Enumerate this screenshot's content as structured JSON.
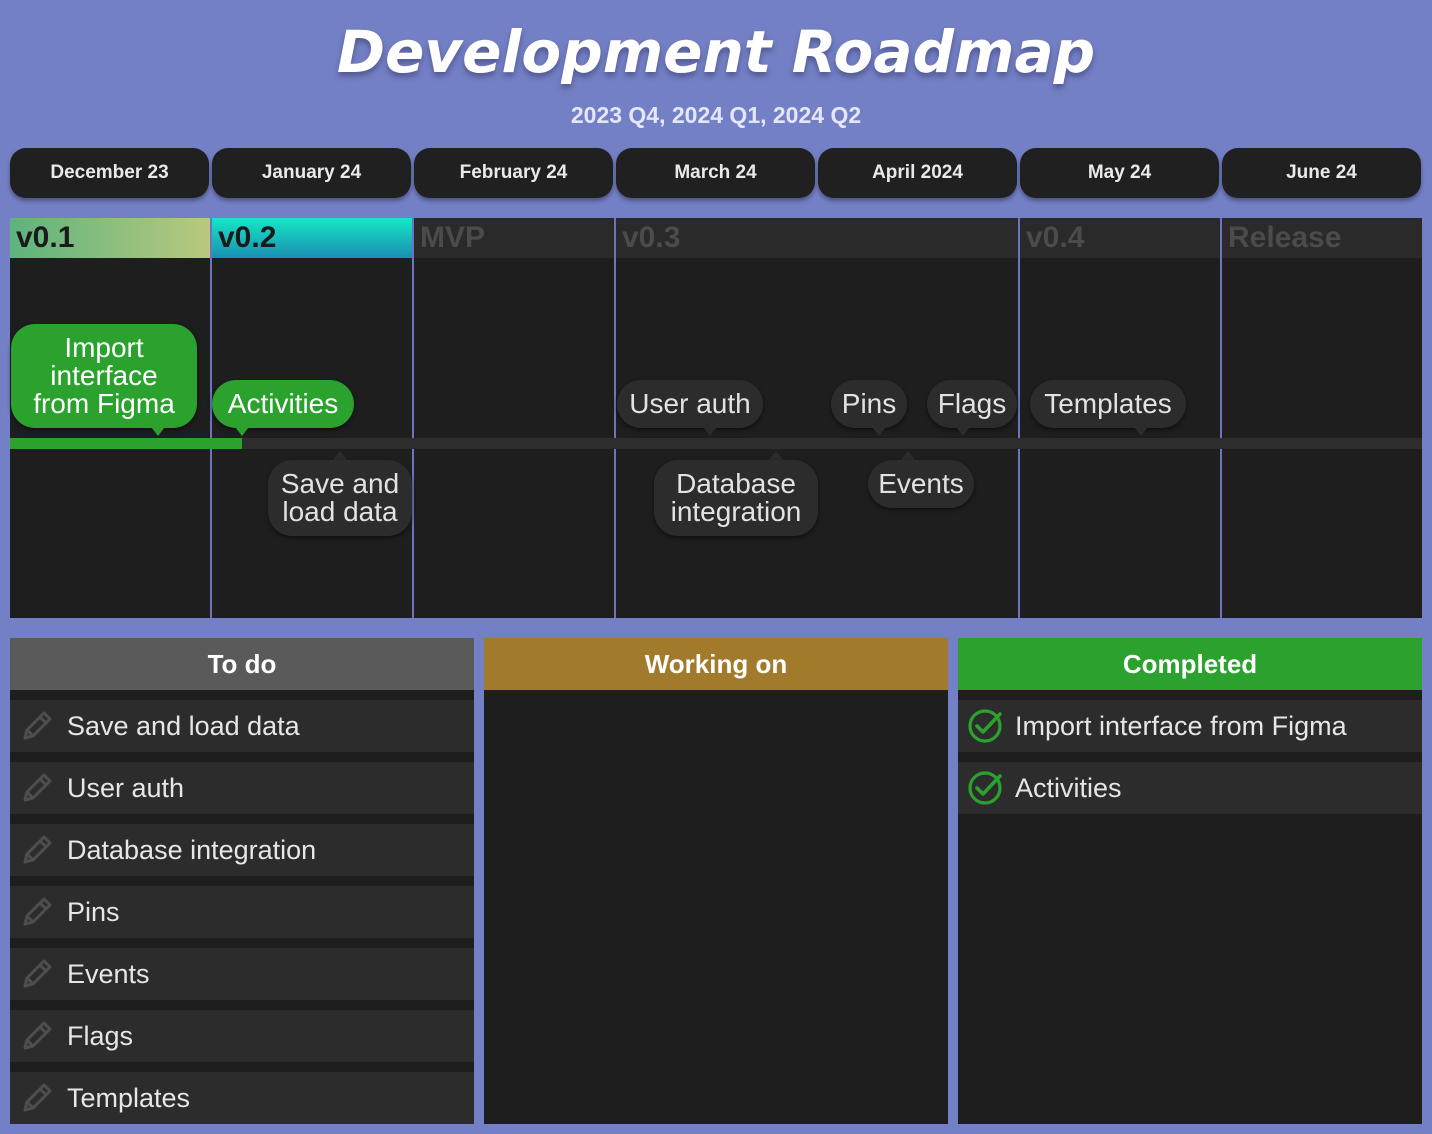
{
  "title": "Development Roadmap",
  "subtitle": "2023 Q4, 2024 Q1, 2024 Q2",
  "months": [
    "December 23",
    "January 24",
    "February 24",
    "March 24",
    "April 2024",
    "May 24",
    "June 24"
  ],
  "phases": [
    "v0.1",
    "v0.2",
    "MVP",
    "v0.3",
    "v0.4",
    "Release"
  ],
  "timeline": {
    "above": [
      "Import interface from Figma",
      "Activities",
      "User auth",
      "Pins",
      "Flags",
      "Templates"
    ],
    "below": [
      "Save and load data",
      "Database integration",
      "Events"
    ]
  },
  "board": {
    "todo": {
      "label": "To do",
      "items": [
        "Save and load data",
        "User auth",
        "Database integration",
        "Pins",
        "Events",
        "Flags",
        "Templates"
      ]
    },
    "working": {
      "label": "Working on",
      "items": []
    },
    "completed": {
      "label": "Completed",
      "items": [
        "Import interface from Figma",
        "Activities"
      ]
    }
  },
  "colors": {
    "background": "#7480c6",
    "panel": "#1e1e1e",
    "done": "#2ba12e",
    "todo_header": "#5a5a5a",
    "working_header": "#a27a2c"
  },
  "icons": {
    "todo_item": "pencil-icon",
    "completed_item": "check-circle-icon"
  }
}
